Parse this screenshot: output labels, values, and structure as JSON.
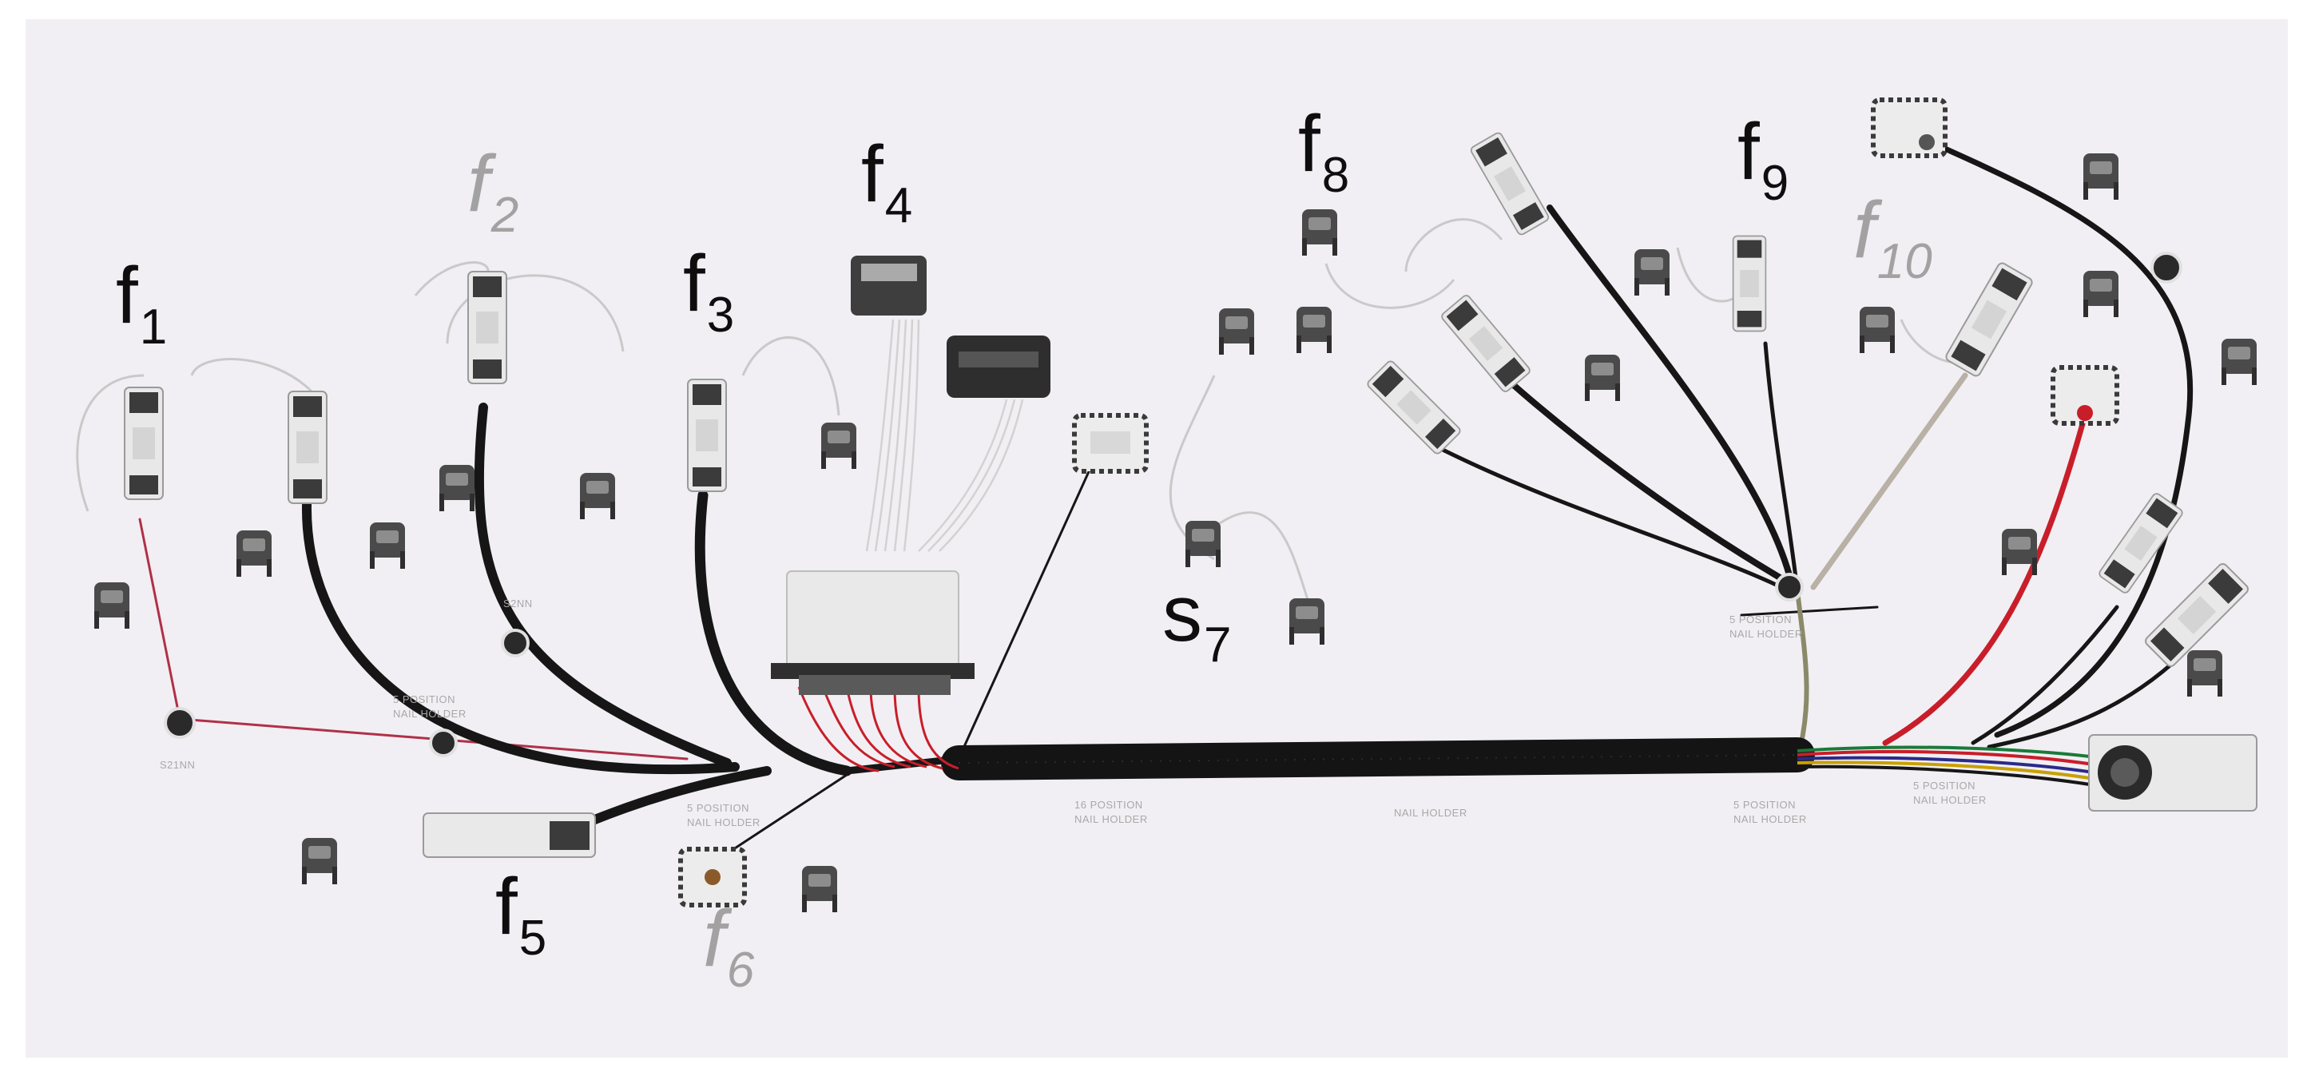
{
  "labels": {
    "f1": {
      "main": "f",
      "sub": "1",
      "color": "#0e0e0e"
    },
    "f2": {
      "main": "f",
      "sub": "2",
      "color": "#a2a2a2"
    },
    "f3": {
      "main": "f",
      "sub": "3",
      "color": "#0e0e0e"
    },
    "f4": {
      "main": "f",
      "sub": "4",
      "color": "#0e0e0e"
    },
    "f5": {
      "main": "f",
      "sub": "5",
      "color": "#0e0e0e"
    },
    "f6": {
      "main": "f",
      "sub": "6",
      "color": "#a2a2a2"
    },
    "s7": {
      "main": "s",
      "sub": "7",
      "color": "#0e0e0e"
    },
    "f8": {
      "main": "f",
      "sub": "8",
      "color": "#0e0e0e"
    },
    "f9": {
      "main": "f",
      "sub": "9",
      "color": "#0e0e0e"
    },
    "f10": {
      "main": "f",
      "sub": "10",
      "color": "#a2a2a2"
    }
  },
  "board_text": {
    "holder_5_left": "5 POSITION",
    "holder_5_left_2": "NAIL HOLDER",
    "holder_5_mid": "5 POSITION",
    "holder_5_mid_2": "NAIL HOLDER",
    "holder_16": "16 POSITION",
    "holder_16_2": "NAIL HOLDER",
    "holder_nail": "NAIL HOLDER",
    "holder_5_right": "5 POSITION",
    "holder_5_right_2": "NAIL HOLDER",
    "holder_5_far": "5 POSITION",
    "holder_5_far_2": "NAIL HOLDER",
    "holder_5_top": "5 POSITION",
    "holder_5_top_2": "NAIL HOLDER",
    "splice_1": "S21NN",
    "splice_2": "S2NN"
  },
  "colors": {
    "board": "#f1eff3",
    "wire_black": "#161616",
    "wire_red": "#c81e2a",
    "wire_grey": "#bdbdbd",
    "connector_white": "#e6e6e6",
    "connector_dark": "#3a3a3a"
  }
}
